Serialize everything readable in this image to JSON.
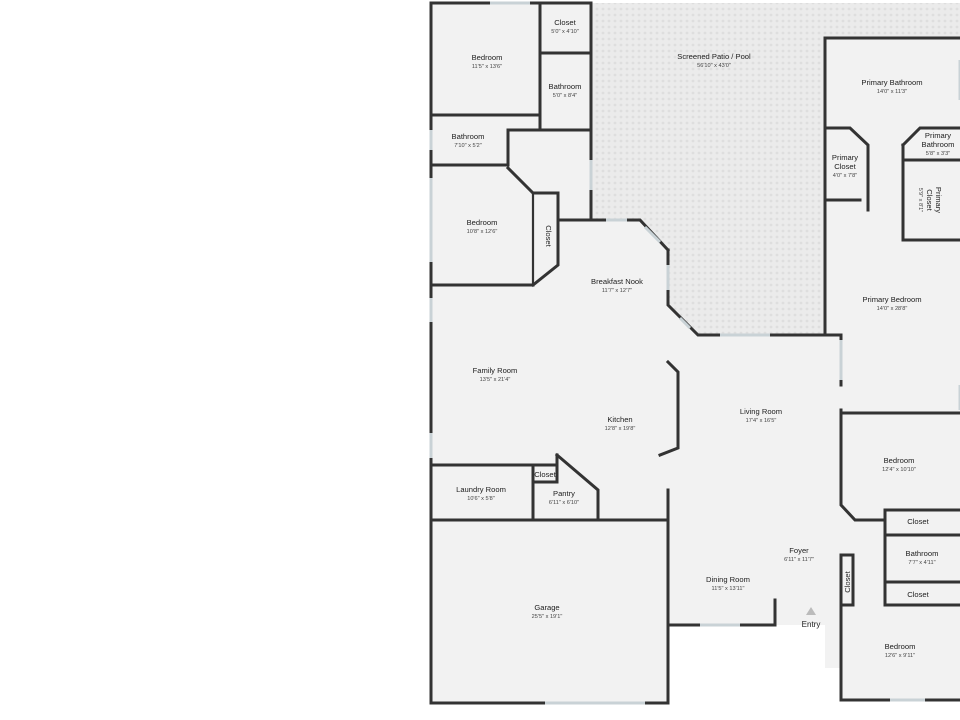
{
  "rooms": {
    "bedroom_nw": {
      "name": "Bedroom",
      "dims": "11'5\" x 13'6\""
    },
    "closet_nw": {
      "name": "Closet",
      "dims": "5'0\" x 4'10\""
    },
    "bathroom_n": {
      "name": "Bathroom",
      "dims": "5'0\" x 8'4\""
    },
    "bathroom_w": {
      "name": "Bathroom",
      "dims": "7'10\" x 5'2\""
    },
    "bedroom_w": {
      "name": "Bedroom",
      "dims": "10'8\" x 12'6\""
    },
    "closet_w": {
      "name": "Closet"
    },
    "patio": {
      "name": "Screened Patio / Pool",
      "dims": "56'10\" x 43'0\""
    },
    "primary_bath": {
      "name": "Primary Bathroom",
      "dims": "14'0\" x 11'3\""
    },
    "primary_closet_l": {
      "name": "Primary Closet",
      "name_l1": "Primary",
      "name_l2": "Closet",
      "dims": "4'0\" x 7'8\""
    },
    "primary_bath_small": {
      "name": "Primary Bathroom",
      "name_l1": "Primary",
      "name_l2": "Bathroom",
      "dims": "5'8\" x 3'3\""
    },
    "primary_closet_r": {
      "name": "Primary Closet",
      "name_l1": "Primary",
      "name_l2": "Closet",
      "dims": "5'9\" x 8'1\""
    },
    "primary_bed": {
      "name": "Primary Bedroom",
      "dims": "14'0\" x 28'8\""
    },
    "breakfast": {
      "name": "Breakfast Nook",
      "dims": "11'7\" x 12'7\""
    },
    "family": {
      "name": "Family Room",
      "dims": "13'5\" x 21'4\""
    },
    "kitchen": {
      "name": "Kitchen",
      "dims": "12'8\" x 19'8\""
    },
    "living": {
      "name": "Living Room",
      "dims": "17'4\" x 16'5\""
    },
    "bedroom_e": {
      "name": "Bedroom",
      "dims": "12'4\" x 10'10\""
    },
    "laundry": {
      "name": "Laundry Room",
      "dims": "10'6\" x 5'8\""
    },
    "closet_laundry": {
      "name": "Closet"
    },
    "pantry": {
      "name": "Pantry",
      "dims": "6'11\" x 6'10\""
    },
    "closet_e1": {
      "name": "Closet"
    },
    "bathroom_e": {
      "name": "Bathroom",
      "dims": "7'7\" x 4'11\""
    },
    "closet_e2": {
      "name": "Closet"
    },
    "foyer": {
      "name": "Foyer",
      "dims": "6'11\" x 11'7\""
    },
    "closet_foyer": {
      "name": "Closet"
    },
    "dining": {
      "name": "Dining Room",
      "dims": "11'5\" x 13'11\""
    },
    "garage": {
      "name": "Garage",
      "dims": "25'5\" x 19'1\""
    },
    "bedroom_se": {
      "name": "Bedroom",
      "dims": "12'6\" x 9'11\""
    }
  },
  "entry": {
    "label": "Entry"
  },
  "colors": {
    "wall": "#333333",
    "floor": "#f2f2f2",
    "window": "#c9d2d6",
    "background": "#ffffff"
  }
}
